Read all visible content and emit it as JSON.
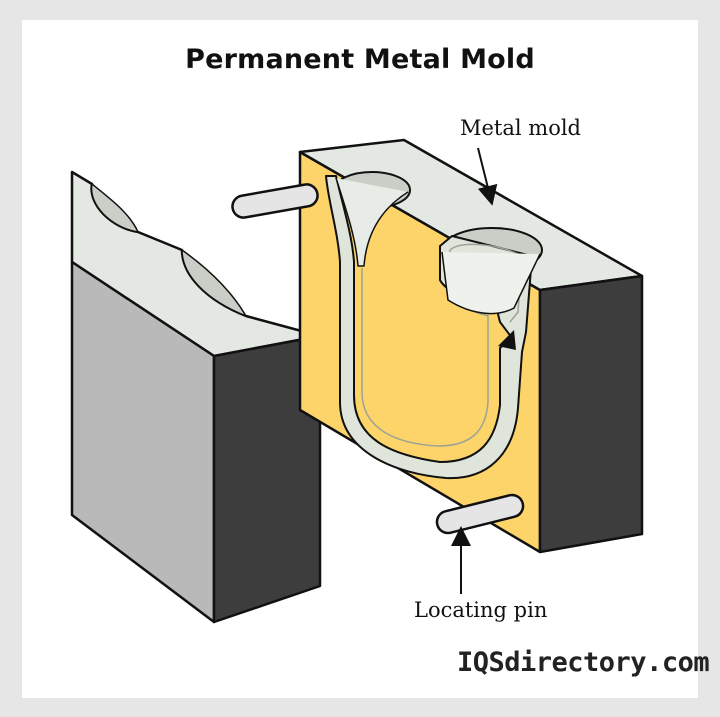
{
  "diagram": {
    "title": "Permanent Metal Mold",
    "labels": {
      "metal_mold": "Metal mold",
      "locating_pin": "Locating pin"
    },
    "brand": "IQSdirectory.com",
    "colors": {
      "background": "#e6e6e6",
      "card": "#ffffff",
      "mold_top": "#e4e8e2",
      "mold_front_left": "#b9b9b9",
      "mold_side_dark": "#3d3d3d",
      "mold_cut_face": "#fdd46a",
      "cavity": "#dfe5db",
      "pin": "#e5e5e5",
      "outline": "#111111"
    }
  }
}
